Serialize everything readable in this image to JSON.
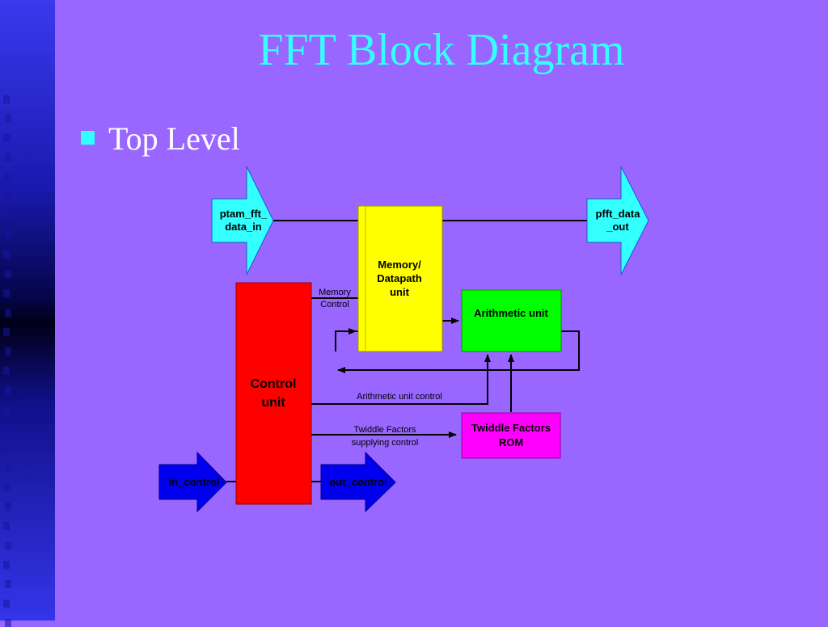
{
  "slide": {
    "title": "FFT  Block Diagram",
    "bullet": "Top Level"
  },
  "diagram": {
    "blocks": {
      "memory_datapath": [
        "Memory/",
        "Datapath",
        "unit"
      ],
      "arithmetic": "Arithmetic unit",
      "control": [
        "Control",
        "unit"
      ],
      "twiddle_rom": [
        "Twiddle Factors",
        "ROM"
      ]
    },
    "ports": {
      "data_in": [
        "ptam_fft_",
        "data_in"
      ],
      "data_out": [
        "pfft_data",
        "_out"
      ],
      "in_control": "in_control",
      "out_control": "out_control"
    },
    "signals": {
      "memory_control": [
        "Memory",
        "Control"
      ],
      "arith_control": "Arithmetic unit control",
      "twiddle_control": [
        "Twiddle Factors",
        "supplying control"
      ]
    }
  },
  "colors": {
    "background": "#9966ff",
    "title": "#33ffff",
    "memory": "#ffff00",
    "arithmetic": "#00ff00",
    "control": "#ff0000",
    "twiddle": "#ff00ff",
    "port_cyan": "#33ffff",
    "port_blue": "#0000ff"
  }
}
